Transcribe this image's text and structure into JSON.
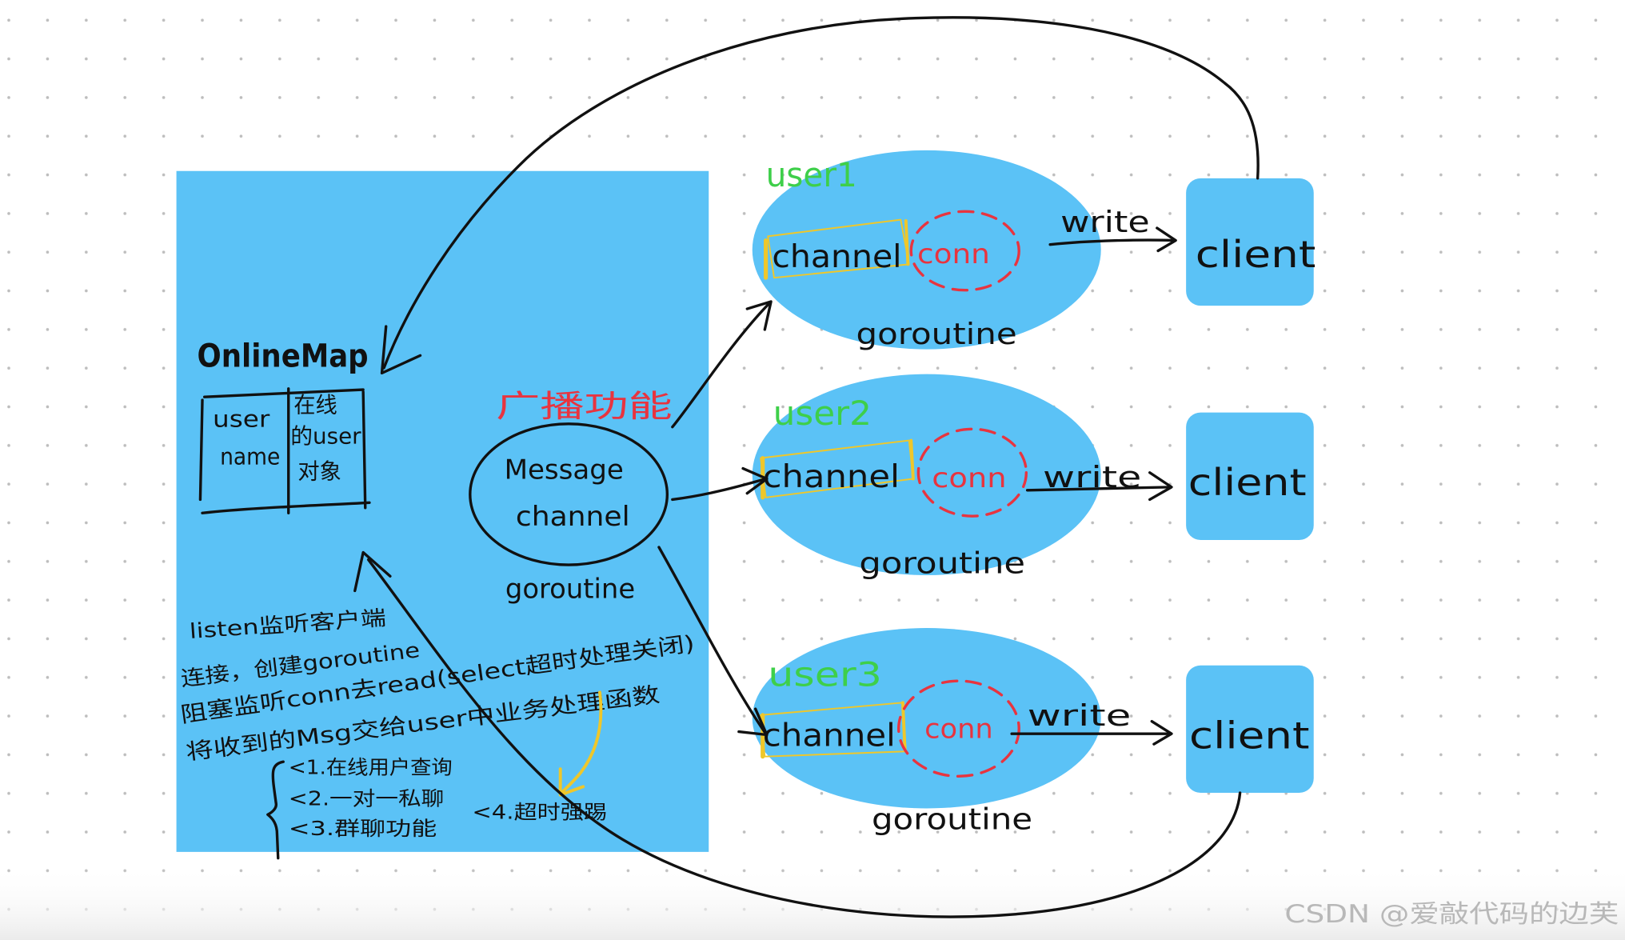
{
  "diagram": {
    "online_map": {
      "title": "OnlineMap",
      "table": {
        "key_cell": [
          "user",
          "name"
        ],
        "value_cell": [
          "在线",
          "的user",
          "对象"
        ]
      }
    },
    "broadcast": {
      "label": "广播功能",
      "message_channel": [
        "Message",
        "channel"
      ],
      "goroutine_label": "goroutine"
    },
    "notes": {
      "lines": [
        "listen监听客户端",
        "连接，创建goroutine",
        "阻塞监听conn去read(select超时处理关闭)",
        "将收到的Msg交给user中业务处理函数"
      ],
      "features": [
        "<1.在线用户查询",
        "<2.一对一私聊",
        "<3.群聊功能",
        "<4.超时强踢"
      ]
    },
    "users": [
      {
        "label": "user1",
        "channel": "channel",
        "conn": "conn",
        "goroutine": "goroutine",
        "write": "write",
        "client": "client"
      },
      {
        "label": "user2",
        "channel": "channel",
        "conn": "conn",
        "goroutine": "goroutine",
        "write": "write",
        "client": "client"
      },
      {
        "label": "user3",
        "channel": "channel",
        "conn": "conn",
        "goroutine": "goroutine",
        "write": "write",
        "client": "client"
      }
    ]
  },
  "watermark": "CSDN @爱敲代码的边芙",
  "colors": {
    "panel_blue": "#5BC2F6",
    "conn_red": "#E8343F",
    "user_green": "#3ECF4A",
    "channel_yellow": "#EFC72A",
    "ink": "#111111",
    "watermark_gray": "#B8B8B8"
  }
}
